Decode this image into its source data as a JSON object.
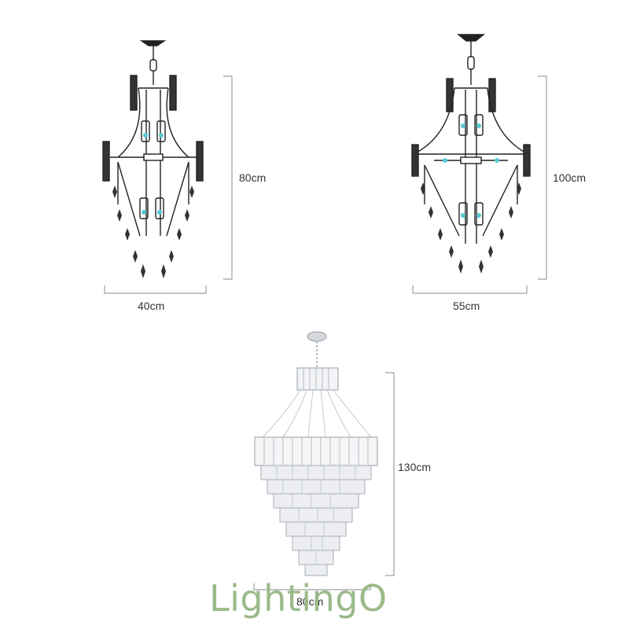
{
  "figures": [
    {
      "id": "small",
      "height_label": "80cm",
      "width_label": "40cm"
    },
    {
      "id": "medium",
      "height_label": "100cm",
      "width_label": "55cm"
    },
    {
      "id": "large",
      "height_label": "130cm",
      "width_label": "80cm"
    }
  ],
  "brand": {
    "text": "LightingO",
    "color": "#9cb98a"
  },
  "colors": {
    "line": "#222222",
    "dimension": "#888888",
    "crystal_dark": "#333333",
    "bulb": "#56c9d3",
    "crystal_clear": "#d4d7db"
  }
}
